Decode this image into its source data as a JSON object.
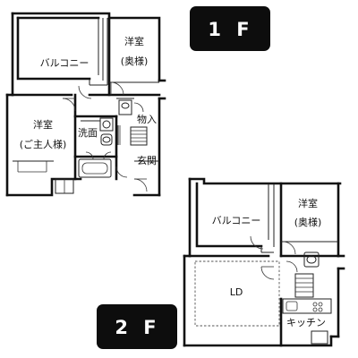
{
  "floor_1": {
    "badge": "1 F",
    "rooms": {
      "balcony": "バルコニー",
      "western_room_wife": "洋室",
      "wife_note": "(奥様)",
      "western_room_master": "洋室",
      "master_note": "(ご主人様)",
      "washroom": "洗面",
      "storage": "物入",
      "entrance": "玄関"
    }
  },
  "floor_2": {
    "badge": "2 F",
    "rooms": {
      "balcony": "バルコニー",
      "western_room_wife": "洋室",
      "wife_note": "(奥様)",
      "living_dining": "LD",
      "kitchen": "キッチン"
    }
  },
  "colors": {
    "wall": "#111111",
    "badge_background": "#0d0d0d",
    "badge_text": "#ffffff"
  }
}
